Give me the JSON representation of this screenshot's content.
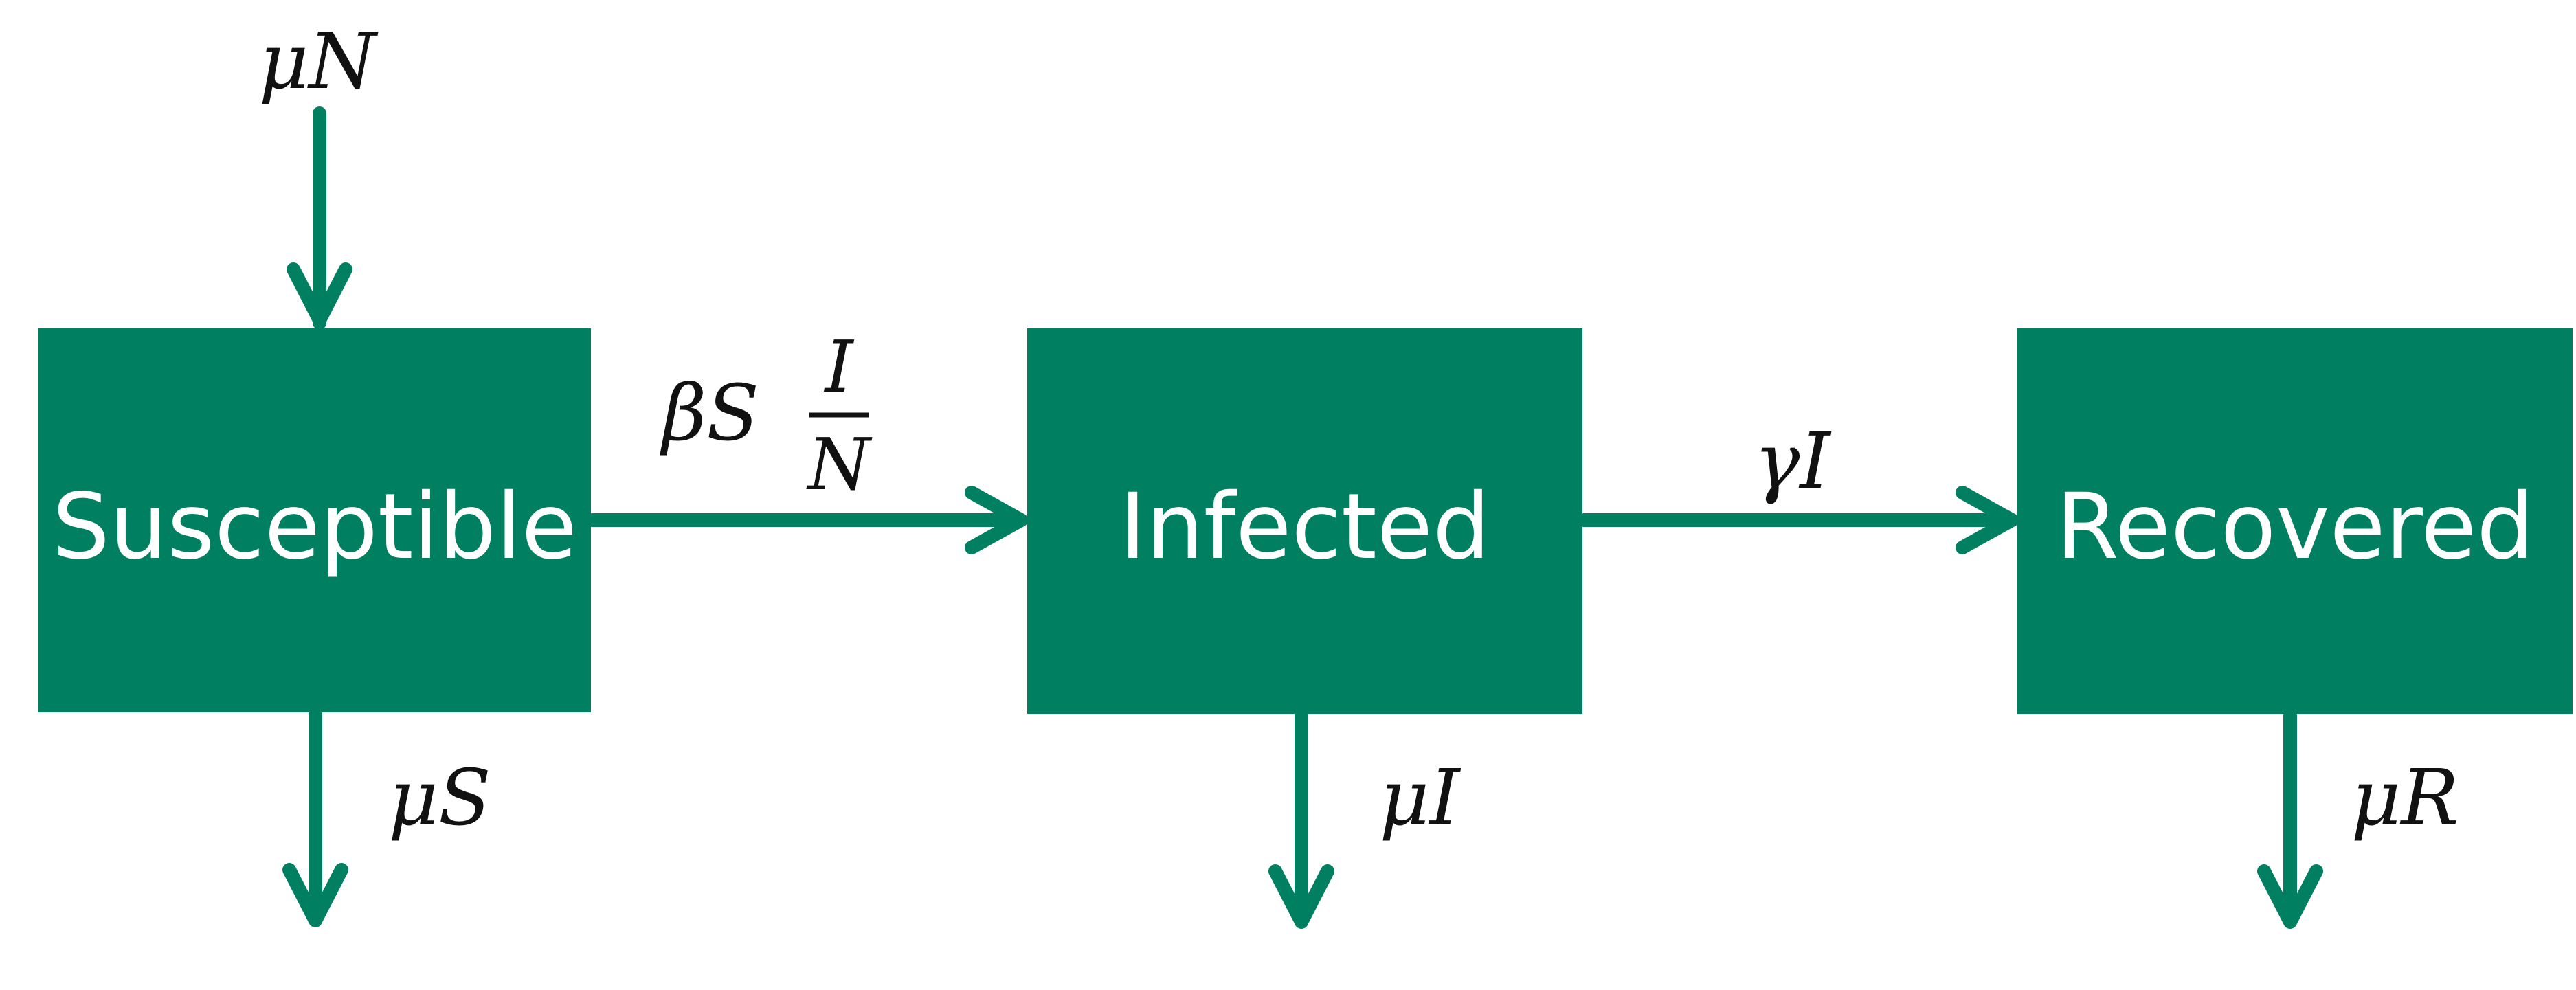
{
  "colors": {
    "box_fill": "#008060",
    "arrow": "#008060",
    "label_text": "#ffffff",
    "math_text": "#111111"
  },
  "compartments": {
    "susceptible": "Susceptible",
    "infected": "Infected",
    "recovered": "Recovered"
  },
  "rates": {
    "birth": "μN",
    "infection_prefix": "βS",
    "infection_numerator": "I",
    "infection_denominator": "N",
    "recovery": "γI",
    "death_susceptible": "μS",
    "death_infected": "μI",
    "death_recovered": "μR"
  }
}
